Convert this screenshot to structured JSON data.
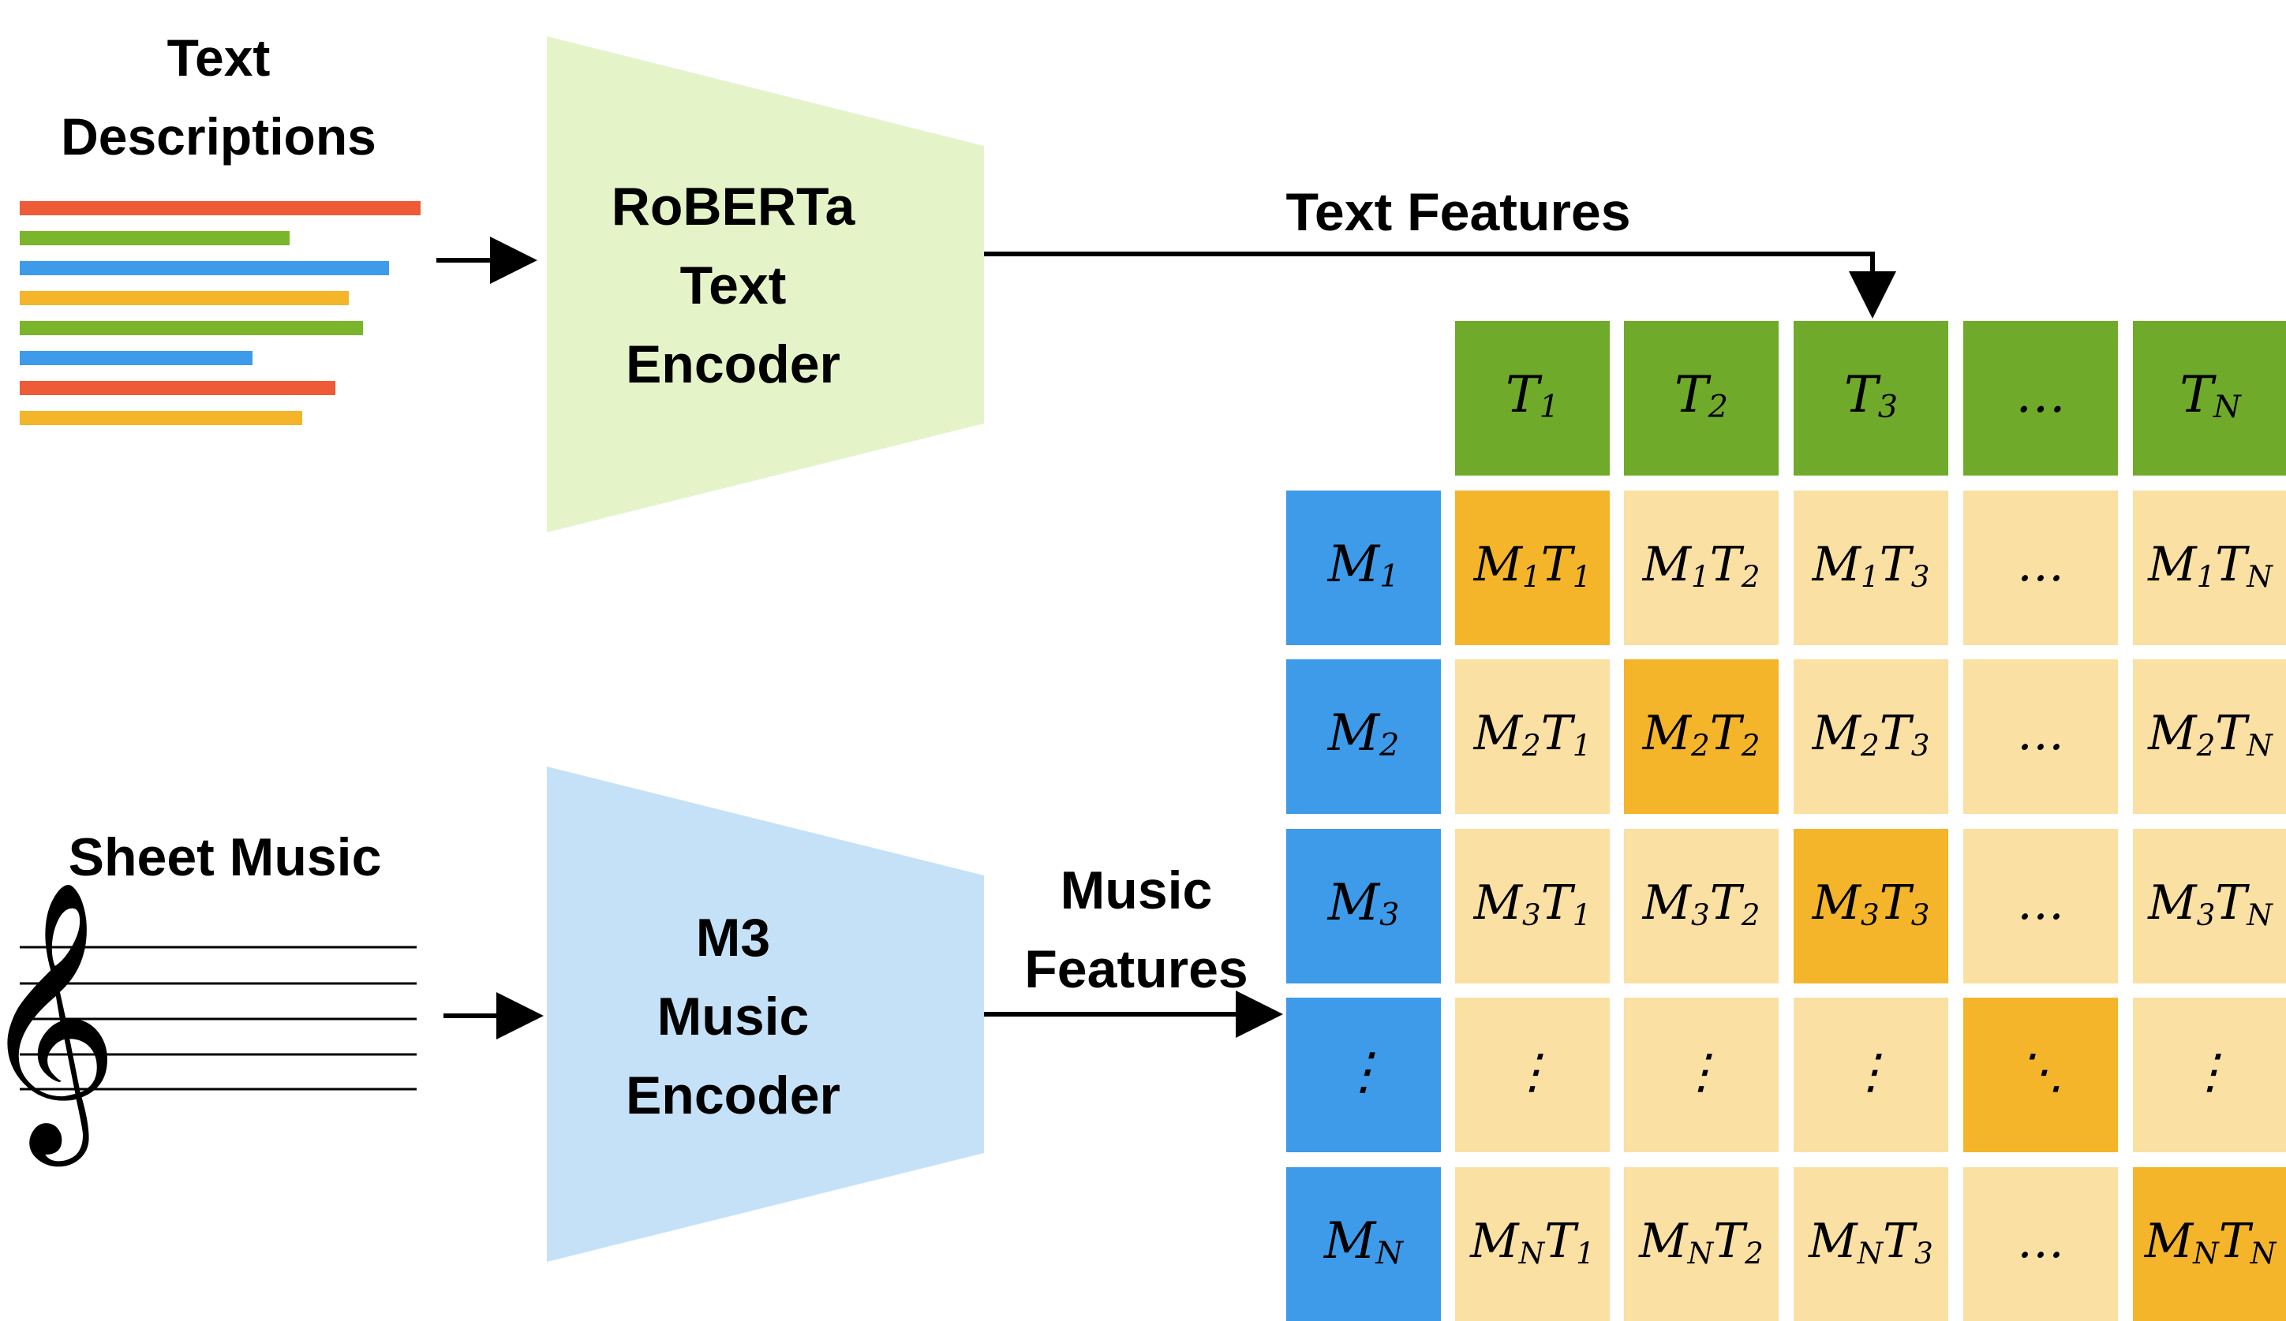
{
  "text_input": {
    "title_line1": "Text",
    "title_line2": "Descriptions",
    "line_colors": [
      "#EE5B37",
      "#7AB52B",
      "#3D9BE9",
      "#F4B52A",
      "#7AB52B",
      "#3D9BE9",
      "#EE5B37",
      "#F4B52A"
    ]
  },
  "text_encoder": {
    "line1": "RoBERTa",
    "line2": "Text",
    "line3": "Encoder",
    "color": "#E4F4C8"
  },
  "text_features_label": "Text Features",
  "music_input": {
    "title": "Sheet Music",
    "icon": "treble-clef-staff-icon"
  },
  "music_encoder": {
    "line1": "M3",
    "line2": "Music",
    "line3": "Encoder",
    "color": "#C5E1F8"
  },
  "music_features_label": {
    "line1": "Music",
    "line2": "Features"
  },
  "matrix": {
    "colors": {
      "text_header": "#6FAA2A",
      "music_header": "#3D9BE9",
      "diagonal": "#F4B52A",
      "off_diagonal": "#FBE0A3"
    },
    "col_headers": [
      {
        "base": "T",
        "sub": "1"
      },
      {
        "base": "T",
        "sub": "2"
      },
      {
        "base": "T",
        "sub": "3"
      },
      {
        "base": "…",
        "sub": ""
      },
      {
        "base": "T",
        "sub": "N"
      }
    ],
    "row_headers": [
      {
        "base": "M",
        "sub": "1"
      },
      {
        "base": "M",
        "sub": "2"
      },
      {
        "base": "M",
        "sub": "3"
      },
      {
        "base": "⋮",
        "sub": ""
      },
      {
        "base": "M",
        "sub": "N"
      }
    ],
    "rows": [
      [
        {
          "m": "1",
          "t": "1"
        },
        {
          "m": "1",
          "t": "2"
        },
        {
          "m": "1",
          "t": "3"
        },
        {
          "text": "…"
        },
        {
          "m": "1",
          "t": "N"
        }
      ],
      [
        {
          "m": "2",
          "t": "1"
        },
        {
          "m": "2",
          "t": "2"
        },
        {
          "m": "2",
          "t": "3"
        },
        {
          "text": "…"
        },
        {
          "m": "2",
          "t": "N"
        }
      ],
      [
        {
          "m": "3",
          "t": "1"
        },
        {
          "m": "3",
          "t": "2"
        },
        {
          "m": "3",
          "t": "3"
        },
        {
          "text": "…"
        },
        {
          "m": "3",
          "t": "N"
        }
      ],
      [
        {
          "text": "⋮"
        },
        {
          "text": "⋮"
        },
        {
          "text": "⋮"
        },
        {
          "text": "⋱"
        },
        {
          "text": "⋮"
        }
      ],
      [
        {
          "m": "N",
          "t": "1"
        },
        {
          "m": "N",
          "t": "2"
        },
        {
          "m": "N",
          "t": "3"
        },
        {
          "text": "…"
        },
        {
          "m": "N",
          "t": "N"
        }
      ]
    ]
  }
}
